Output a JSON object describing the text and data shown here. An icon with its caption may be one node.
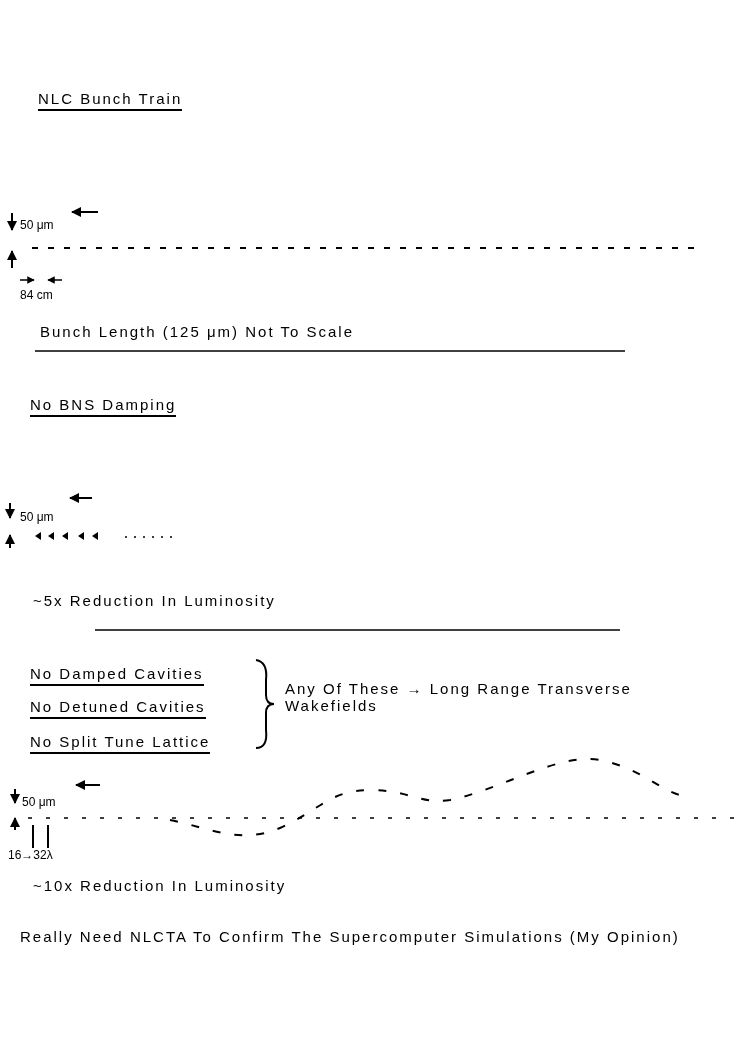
{
  "diagram": {
    "title": "NLC Bunch Train",
    "labels": [
      "50 μm",
      "84 cm",
      "Bunch Length (125 μm) Not To Scale",
      "No BNS Damping",
      "50 μm",
      "~5x Reduction In Luminosity",
      "No Damped Cavities",
      "No Detuned Cavities",
      "No Split Tune Lattice",
      "Any Of These → Long Range Transverse Wakefields",
      "50 μm",
      "16→32λ",
      "~10x Reduction In Luminosity",
      "Really Need NLCTA To Confirm The Supercomputer Simulations (My Opinion)"
    ]
  }
}
